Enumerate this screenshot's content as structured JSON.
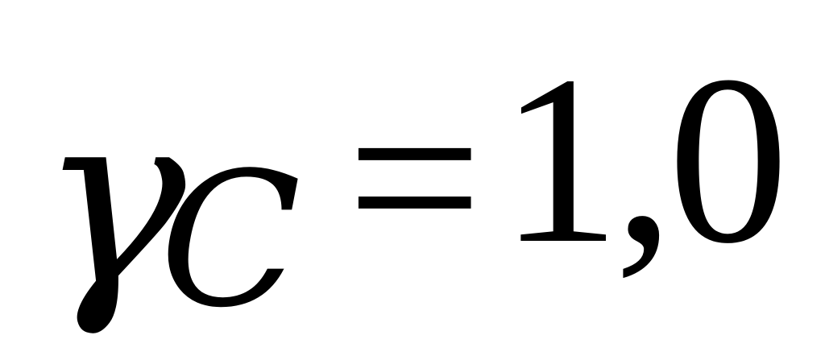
{
  "formula": {
    "symbol": "γ",
    "subscript": "C",
    "operator": "=",
    "value": "1,0"
  }
}
